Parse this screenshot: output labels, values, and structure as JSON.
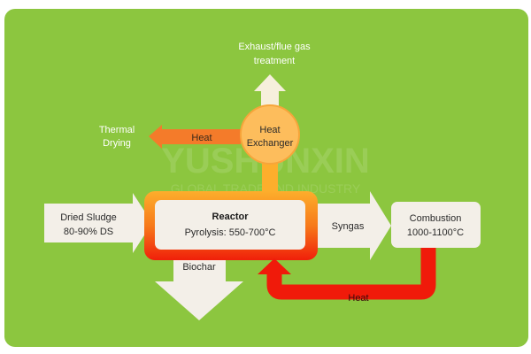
{
  "diagram": {
    "exhaust_label_line1": "Exhaust/flue gas",
    "exhaust_label_line2": "treatment",
    "heat_exchanger_line1": "Heat",
    "heat_exchanger_line2": "Exchanger",
    "heat_to_drying_label": "Heat",
    "thermal_drying_line1": "Thermal",
    "thermal_drying_line2": "Drying",
    "input_line1": "Dried Sludge",
    "input_line2": "80-90% DS",
    "reactor_title": "Reactor",
    "reactor_subtitle": "Pyrolysis: 550-700°C",
    "syngas_label": "Syngas",
    "combustion_line1": "Combustion",
    "combustion_line2": "1000-1100°C",
    "biochar_label": "Biochar",
    "heat_return_label": "Heat",
    "watermark_line1": "YUSHUNXIN",
    "watermark_line2": "GLOBAL TRADE AND INDUSTRY"
  },
  "colors": {
    "background": "#8cc63f",
    "box_fill": "#f3efe8",
    "heat_orange": "#f47b2a",
    "heat_red": "#f01a0a",
    "exchanger_fill": "#fdbd5c"
  }
}
